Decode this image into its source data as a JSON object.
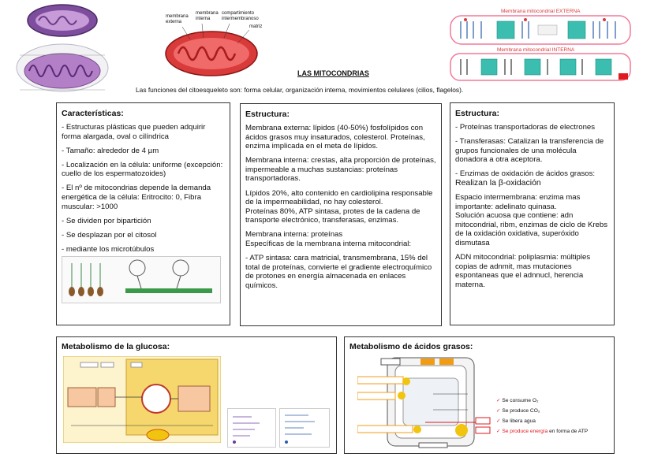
{
  "header": {
    "title": "LAS MITOCONDRIAS",
    "subtitle": "Las funciones del citoesqueleto son: forma celular, organización interna, movimientos celulares (cilios, flagelos).",
    "mito_labels": {
      "membrana_externa": "membrana\nexterna",
      "membrana_interna": "membrana\ninterna",
      "compartimento": "compartimiento\nintermembranoso",
      "matriz": "matriz"
    },
    "membrane_externa_caption": "Membrana mitocondrial EXTERNA",
    "membrane_interna_caption": "Membrana mitocondrial INTERNA"
  },
  "caracteristicas": {
    "title": "Características:",
    "items": [
      "- Estructuras plásticas que pueden adquirir forma alargada, oval o cilíndrica",
      "- Tamaño: alrededor de 4 µm",
      "- Localización en la célula: uniforme (excepción: cuello de los espermatozoides)",
      "- El nº de mitocondrias depende la demanda energética de la célula: Eritrocito: 0, Fibra muscular: >1000",
      "- Se dividen por bipartición",
      "- Se desplazan por el citosol",
      "- mediante los microtúbulos"
    ]
  },
  "estructura1": {
    "title": "Estructura:",
    "items": [
      "Membrana externa: lípidos (40-50%) fosfolípidos con ácidos grasos muy insaturados, colesterol. Proteínas, enzima implicada en el meta de lípidos.",
      "Membrana interna: crestas, alta proporción de proteínas, impermeable a muchas sustancias: proteínas transportadoras.",
      "Lípidos 20%, alto contenido en cardiolipina responsable de la impermeabilidad, no hay colesterol.          Proteínas 80%, ATP sintasa, protes de la cadena de transporte electrónico, transferasas, enzimas.",
      "Membrana interna: proteínas\nEspecíficas de la membrana interna mitocondrial:",
      "- ATP sintasa: cara matricial, transmembrana, 15% del total de proteínas, convierte el gradiente electroquímico de protones en energía almacenada en enlaces químicos."
    ]
  },
  "estructura2": {
    "title": "Estructura:",
    "items": [
      "- Proteínas transportadoras de electrones",
      "- Transferasas: Catalizan la transferencia de grupos funcionales de una molécula donadora a otra aceptora.",
      "- Enzimas de oxidación de ácidos grasos:",
      "Realizan la β-oxidación",
      "Espacio intermembrana: enzima mas importante: adelinato quinasa.\nSolución acuosa que contiene: adn mitocondrial, ribm, enzimas de ciclo de Krebs de la oxidación oxidativa, superóxido dismutasa",
      "ADN mitocondrial: poliplasmia: múltiples copias de adnmit, mas mutaciones espontaneas que el adnnucl, herencia materna."
    ]
  },
  "glucosa": {
    "title": "Metabolismo de la glucosa:"
  },
  "acidos": {
    "title": "Metabolismo de ácidos grasos:",
    "bullets": [
      "Se consume O₂",
      "Se produce CO₂",
      "Se libera agua",
      "Se produce energía"
    ],
    "last_suffix": " en forma de ATP"
  },
  "colors": {
    "mito_red": "#d93a3a",
    "membrane_pink": "#f07a9a",
    "teal_protein": "#3bbdb0",
    "accent_red": "#e0191f",
    "orange_label": "#f39c12",
    "diagram_yellow": "#f5d76e"
  }
}
